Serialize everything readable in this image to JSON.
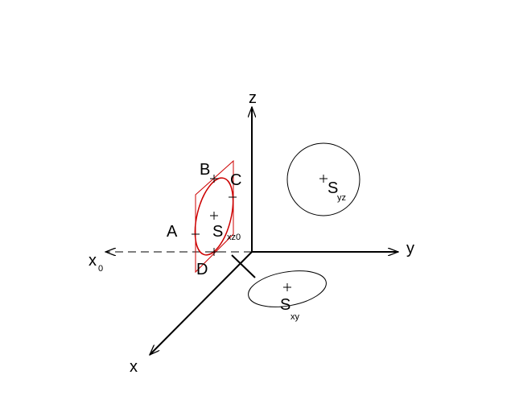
{
  "colors": {
    "ink": "#000000",
    "highlight": "#cc0000",
    "background": "#ffffff"
  },
  "axes": {
    "z": "z",
    "y": "y",
    "x": "x",
    "x0_main": "x",
    "x0_sub": "0"
  },
  "points": {
    "A": "A",
    "B": "B",
    "C": "C",
    "D": "D"
  },
  "projections": {
    "xz0_main": "S",
    "xz0_sub": "xz0",
    "yz_main": "S",
    "yz_sub": "yz",
    "xy_main": "S",
    "xy_sub": "xy"
  }
}
